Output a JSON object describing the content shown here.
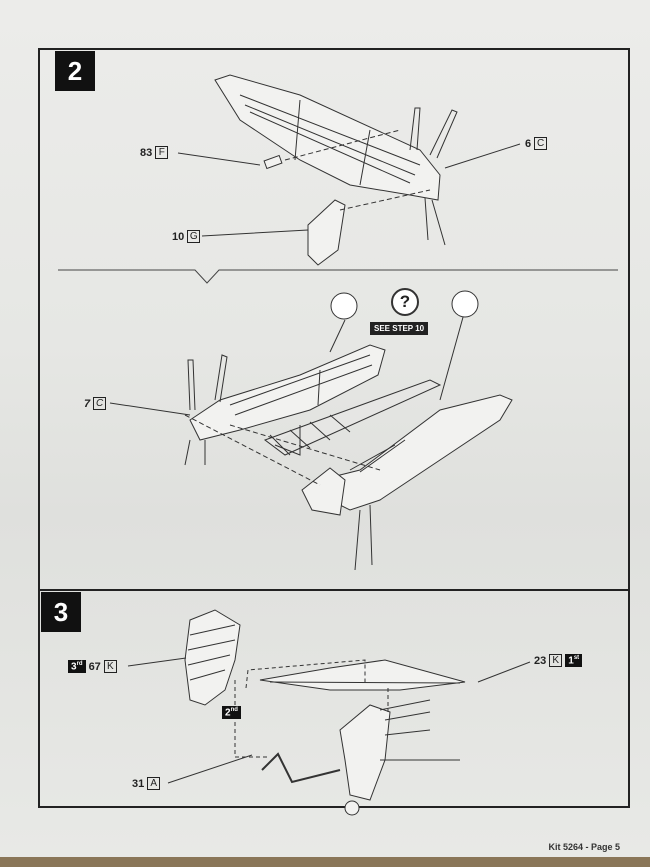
{
  "footer": "Kit 5264 - Page 5",
  "step2": {
    "number": "2",
    "parts": [
      {
        "num": "83",
        "letter": "F"
      },
      {
        "num": "6",
        "letter": "C"
      },
      {
        "num": "10",
        "letter": "G"
      },
      {
        "num": "7",
        "letter": "C"
      }
    ],
    "see_step": "SEE STEP 10",
    "question_icon": "?"
  },
  "step3": {
    "number": "3",
    "parts": [
      {
        "order": "3",
        "order_suffix": "rd",
        "num": "67",
        "letter": "K"
      },
      {
        "order": "1",
        "order_suffix": "st",
        "num": "23",
        "letter": "K"
      },
      {
        "num": "31",
        "letter": "A"
      }
    ],
    "order2": {
      "order": "2",
      "order_suffix": "nd"
    }
  }
}
